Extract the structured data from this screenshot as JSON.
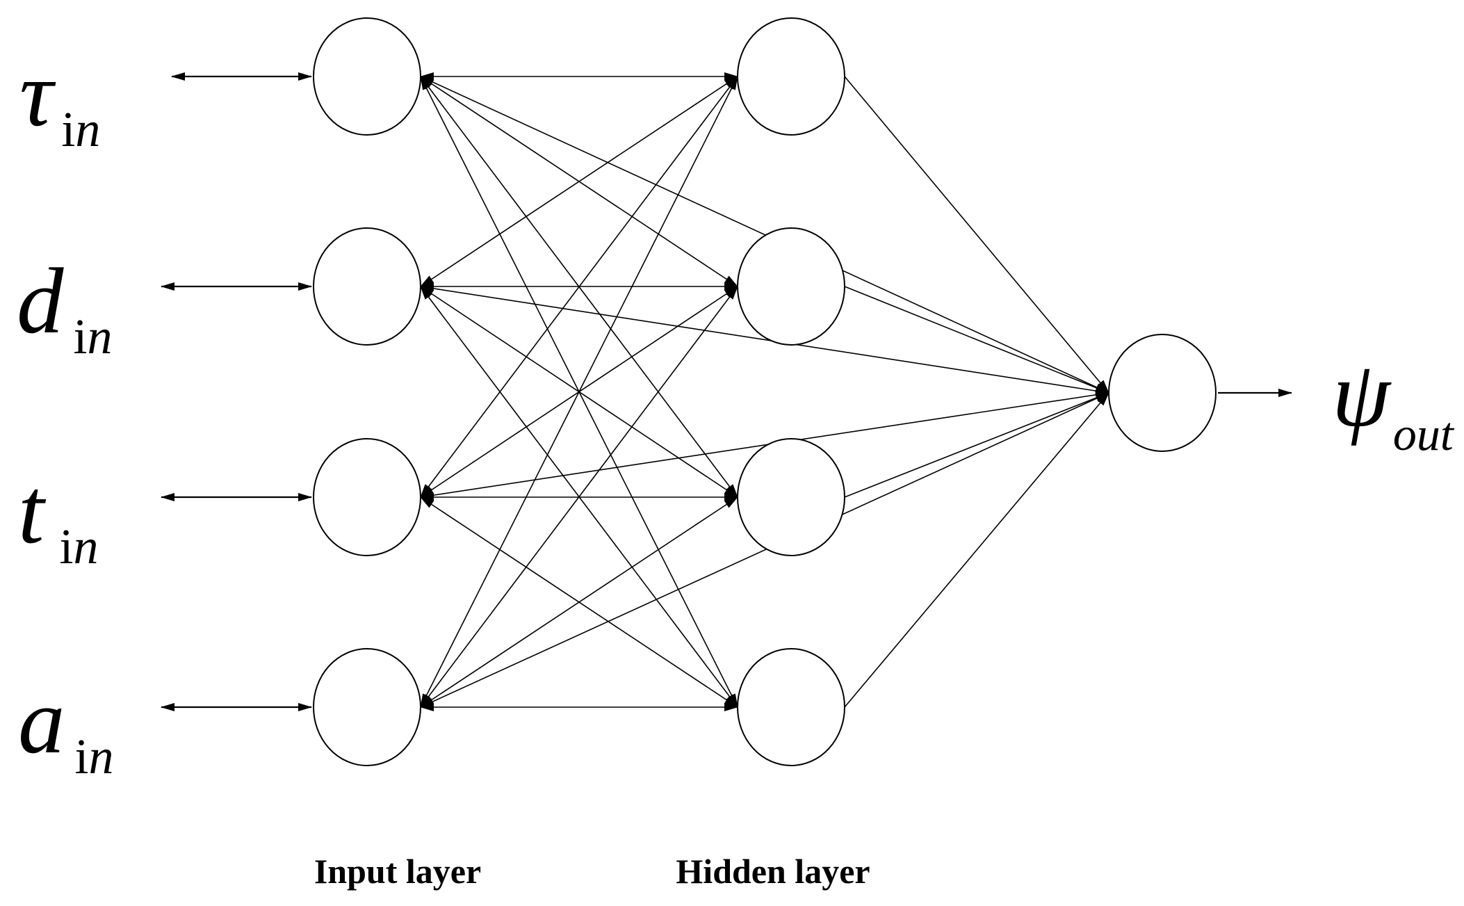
{
  "inputs": [
    {
      "symbol": "τ",
      "sub_roman": "i",
      "sub_italic": "n"
    },
    {
      "symbol": "d",
      "sub_roman": "i",
      "sub_italic": "n"
    },
    {
      "symbol": "t",
      "sub_roman": "i",
      "sub_italic": "n"
    },
    {
      "symbol": "a",
      "sub_roman": "i",
      "sub_italic": "n"
    }
  ],
  "output": {
    "symbol": "ψ",
    "sub": "out"
  },
  "layers": {
    "input_label": "Input layer",
    "hidden_label": "Hidden layer"
  },
  "colors": {
    "stroke": "#000000",
    "background": "#ffffff"
  }
}
